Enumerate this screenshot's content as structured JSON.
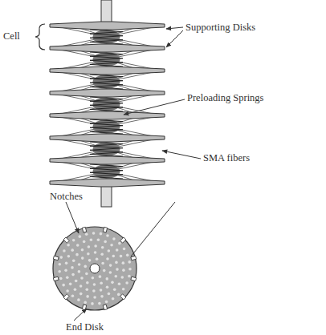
{
  "diagram": {
    "labels": [
      "Cell",
      "Supporting Disks",
      "Preloading Springs",
      "SMA fibers",
      "Notches",
      "End Disk"
    ]
  }
}
